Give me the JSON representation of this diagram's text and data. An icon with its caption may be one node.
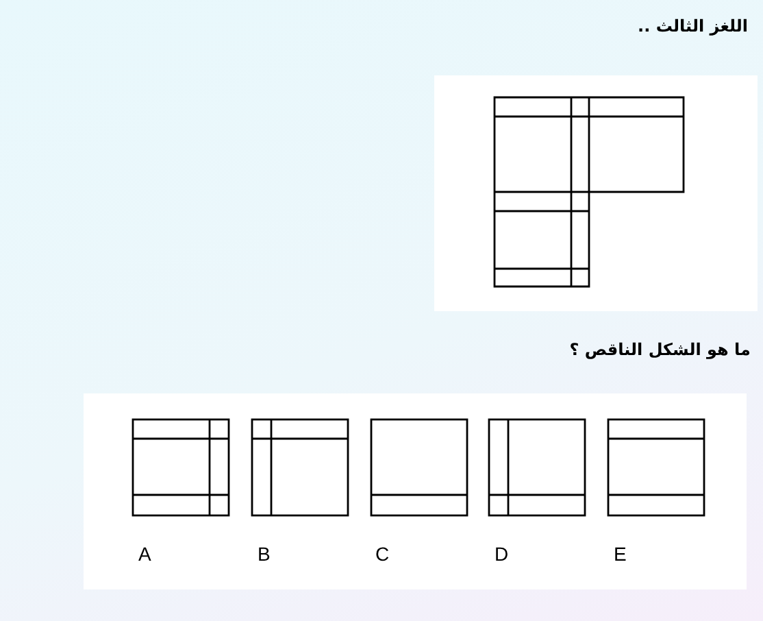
{
  "diagram": {
    "title": "اللغز الثالث ..",
    "labels": [
      "ما هو الشكل الناقص ؟",
      "A",
      "B",
      "C",
      "D",
      "E"
    ]
  }
}
